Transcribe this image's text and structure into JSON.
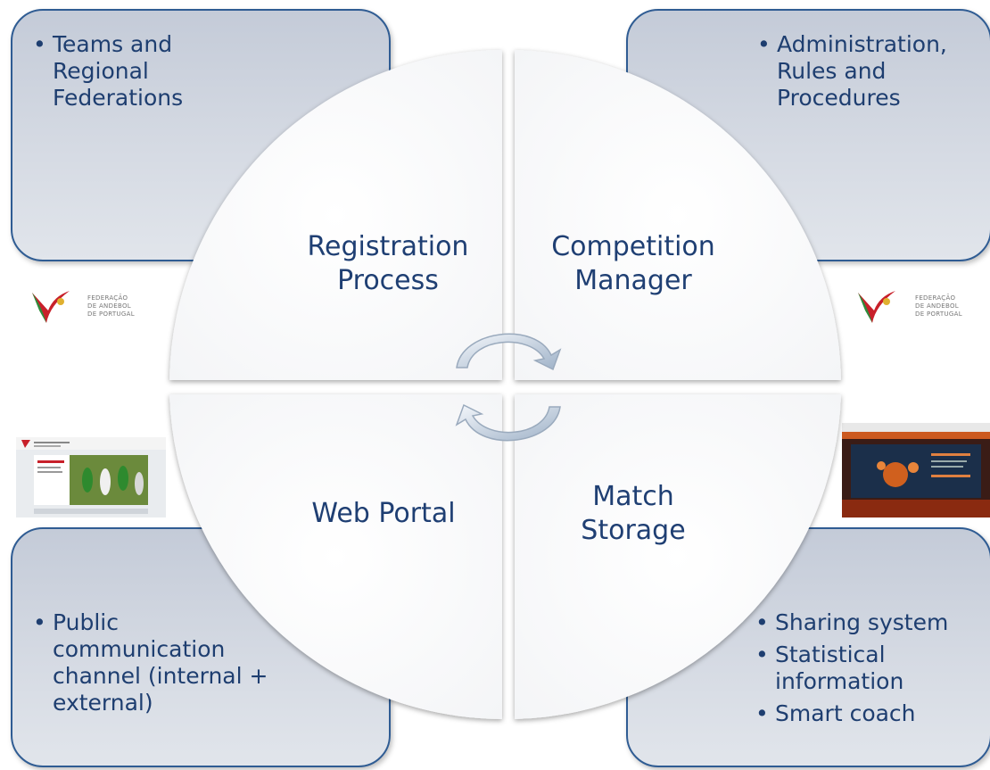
{
  "boxes": {
    "top_left": [
      "Teams and Regional Federations"
    ],
    "top_right": [
      "Administration, Rules and Procedures"
    ],
    "bottom_left": [
      "Public communication channel (internal + external)"
    ],
    "bottom_right": [
      "Sharing system",
      "Statistical information",
      "Smart coach"
    ]
  },
  "quadrants": {
    "top_left": "Registration Process",
    "top_right": "Competition Manager",
    "bottom_left": "Web Portal",
    "bottom_right": "Match Storage"
  },
  "logos": {
    "left": {
      "line1": "FEDERAÇÃO",
      "line2": "DE ANDEBOL",
      "line3": "DE PORTUGAL"
    },
    "right": {
      "line1": "FEDERAÇÃO",
      "line2": "DE ANDEBOL",
      "line3": "DE PORTUGAL"
    }
  },
  "colors": {
    "box_border": "#2f5c93",
    "text": "#1f3f73",
    "logo_red": "#c8202a",
    "logo_green": "#2f8a3a"
  },
  "icons": [
    "cycle-arrow-icon",
    "federation-logo-icon"
  ]
}
